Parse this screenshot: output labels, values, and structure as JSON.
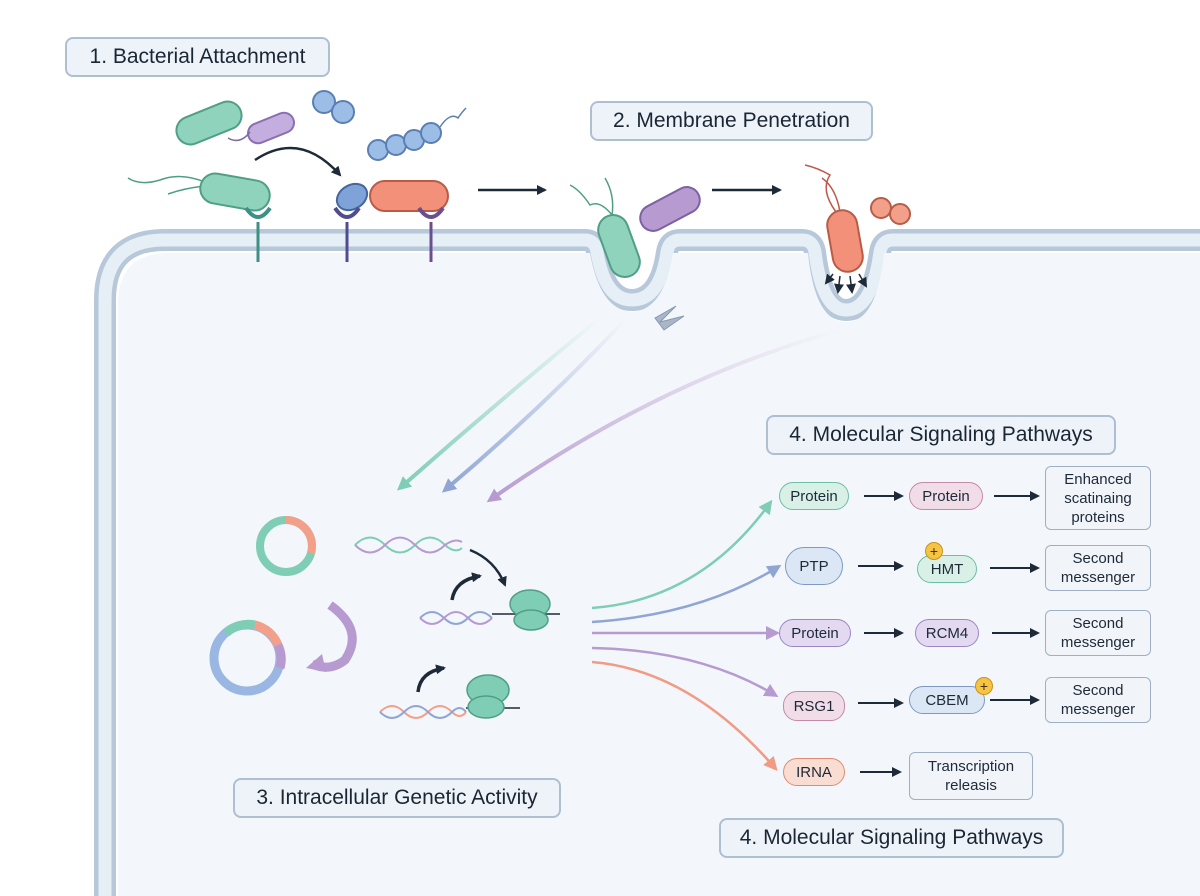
{
  "titles": {
    "step1": "1. Bacterial Attachment",
    "step2": "2. Membrane Penetration",
    "step3": "3. Intracellular Genetic Activity",
    "step4_top": "4. Molecular Signaling Pathways",
    "step4_bottom": "4. Molecular Signaling Pathways"
  },
  "pathways": [
    {
      "source": "Protein",
      "target": "Protein",
      "output_lines": [
        "Enhanced",
        "scatinaing",
        "proteins"
      ]
    },
    {
      "source": "PTP",
      "target": "HMT",
      "target_plus": "+",
      "output_lines": [
        "Second",
        "messenger"
      ]
    },
    {
      "source": "Protein",
      "target": "RCM4",
      "output_lines": [
        "Second",
        "messenger"
      ]
    },
    {
      "source": "RSG1",
      "target": "CBEM",
      "target_plus": "+",
      "output_lines": [
        "Second",
        "messenger"
      ]
    },
    {
      "source": "IRNA",
      "output_lines": [
        "Transcription",
        "releasis"
      ]
    }
  ],
  "colors": {
    "membrane_outer": "#b7c8da",
    "membrane_inner": "#e6eef6",
    "cytoplasm": "#f3f7fb",
    "teal": "#7fcdb5",
    "lilac": "#b79bd0",
    "blue": "#8fb1de",
    "salmon": "#f19a84",
    "violet": "#6a5fa8"
  }
}
